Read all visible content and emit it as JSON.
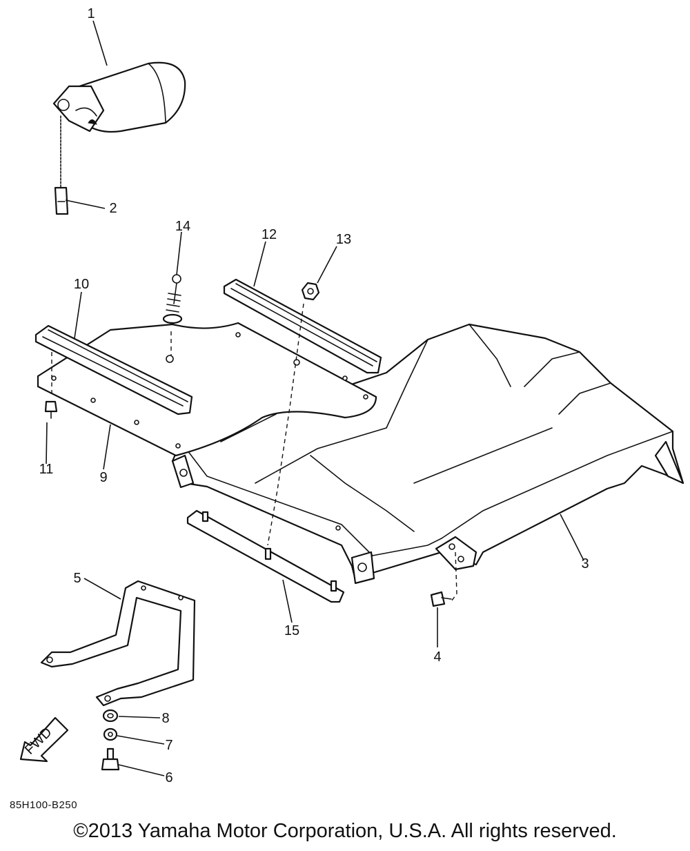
{
  "diagram": {
    "callouts": [
      "1",
      "2",
      "3",
      "4",
      "5",
      "6",
      "7",
      "8",
      "9",
      "10",
      "11",
      "12",
      "13",
      "14",
      "15"
    ],
    "fwd_label": "FWD",
    "drawing_code": "85H100-B250",
    "copyright": "©2013 Yamaha Motor Corporation, U.S.A. All rights reserved."
  }
}
